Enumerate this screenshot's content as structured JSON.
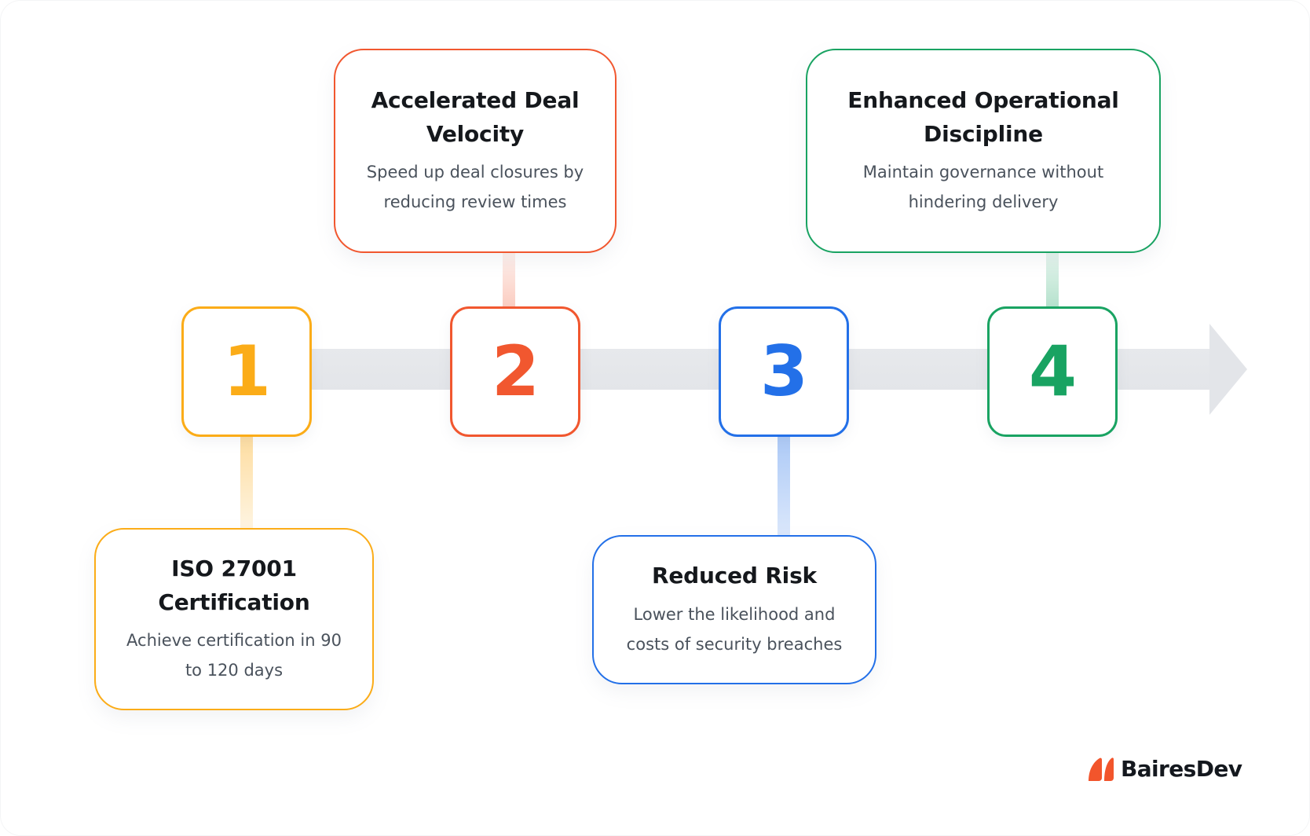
{
  "canvas": {
    "background": "#FFFFFF"
  },
  "timeline": {
    "band_color": "#E3E5E9",
    "direction": "left-to-right-arrow",
    "steps": [
      {
        "number": "1",
        "accent": "#FBAC18",
        "card_position": "below",
        "title": "ISO 27001 Certification",
        "title_lines": [
          "ISO 27001",
          "Certification"
        ],
        "description": "Achieve certification in 90 to 120 days",
        "description_lines": [
          "Achieve certification in 90",
          "to 120 days"
        ]
      },
      {
        "number": "2",
        "accent": "#F1572F",
        "card_position": "above",
        "title": "Accelerated Deal Velocity",
        "title_lines": [
          "Accelerated Deal",
          "Velocity"
        ],
        "description": "Speed up deal closures by reducing review times",
        "description_lines": [
          "Speed up deal closures by",
          "reducing review times"
        ]
      },
      {
        "number": "3",
        "accent": "#2370E8",
        "card_position": "below",
        "title": "Reduced Risk",
        "title_lines": [
          "Reduced Risk"
        ],
        "description": "Lower the likelihood and costs of security breaches",
        "description_lines": [
          "Lower the likelihood and",
          "costs of security breaches"
        ]
      },
      {
        "number": "4",
        "accent": "#19A362",
        "card_position": "above",
        "title": "Enhanced Operational Discipline",
        "title_lines": [
          "Enhanced Operational",
          "Discipline"
        ],
        "description": "Maintain governance without hindering delivery",
        "description_lines": [
          "Maintain governance without",
          "hindering delivery"
        ]
      }
    ]
  },
  "branding": {
    "logo_text": "BairesDev",
    "logo_mark_color": "#F2552C",
    "logo_text_color": "#14181E"
  }
}
